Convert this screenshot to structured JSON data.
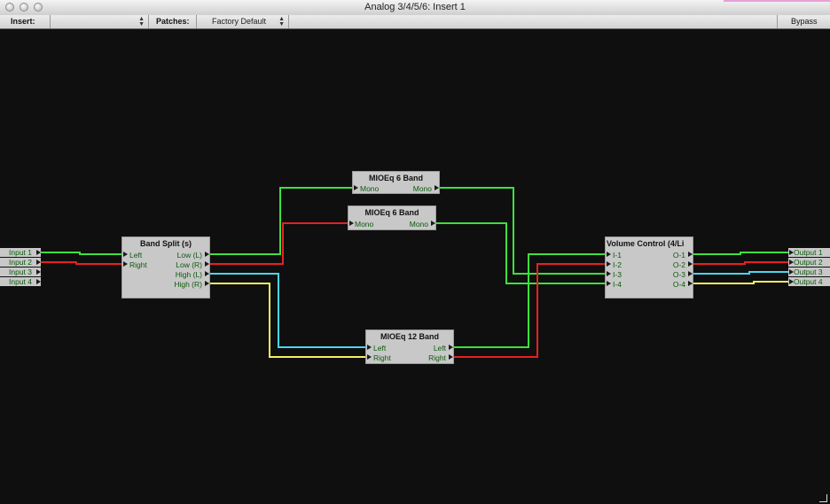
{
  "window": {
    "title": "Analog 3/4/5/6: Insert 1"
  },
  "toolbar": {
    "insert_label": "Insert:",
    "insert_value": "",
    "patches_label": "Patches:",
    "patches_value": "Factory Default",
    "bypass_label": "Bypass"
  },
  "inputs": [
    "Input 1",
    "Input 2",
    "Input 3",
    "Input 4"
  ],
  "outputs": [
    "Output 1",
    "Output 2",
    "Output 3",
    "Output 4"
  ],
  "band_split": {
    "title": "Band Split (s)",
    "in_left": "Left",
    "in_right": "Right",
    "out_low_l": "Low (L)",
    "out_low_r": "Low (R)",
    "out_high_l": "High (L)",
    "out_high_r": "High (R)"
  },
  "eq6a": {
    "title": "MIOEq 6 Band",
    "in": "Mono",
    "out": "Mono"
  },
  "eq6b": {
    "title": "MIOEq 6 Band",
    "in": "Mono",
    "out": "Mono"
  },
  "eq12": {
    "title": "MIOEq 12 Band",
    "in_left": "Left",
    "in_right": "Right",
    "out_left": "Left",
    "out_right": "Right"
  },
  "volume": {
    "title": "Volume Control (4/Li",
    "inputs": [
      "I-1",
      "I-2",
      "I-3",
      "I-4"
    ],
    "outputs": [
      "O-1",
      "O-2",
      "O-3",
      "O-4"
    ]
  },
  "colors": {
    "wire1": "#3ee03e",
    "wire2": "#e82020",
    "wire3": "#48d6f0",
    "wire4": "#f4f060"
  }
}
